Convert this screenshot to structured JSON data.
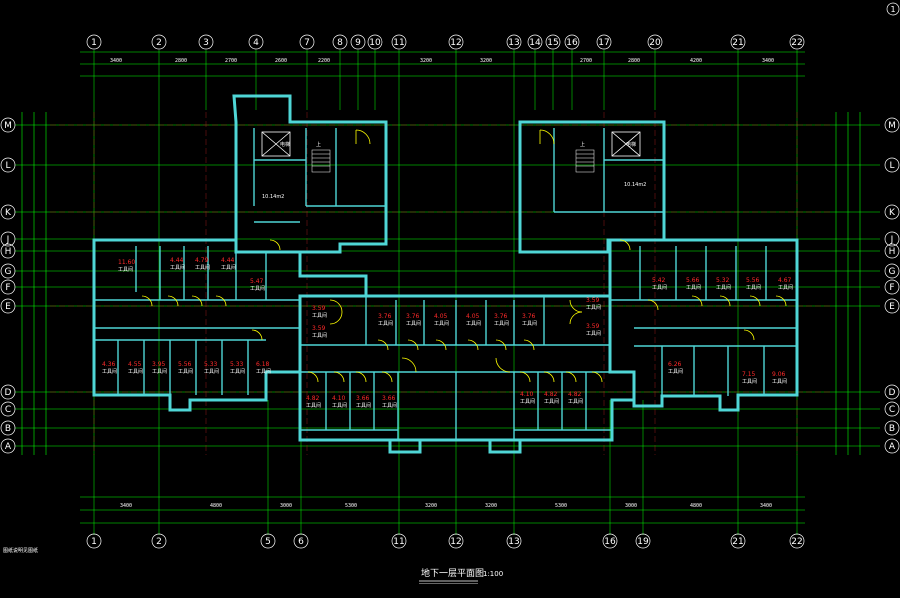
{
  "drawing": {
    "title": "地下一层平面图",
    "scale": "1:100",
    "footnote": "图纸说明见图纸",
    "corner_tag": "1"
  },
  "axes": {
    "top": [
      "1",
      "2",
      "3",
      "4",
      "7",
      "8",
      "9",
      "10",
      "11",
      "12",
      "13",
      "14",
      "15",
      "16",
      "17",
      "20",
      "21",
      "22"
    ],
    "bottom": [
      "1",
      "2",
      "5",
      "6",
      "11",
      "12",
      "13",
      "16",
      "19",
      "21",
      "22"
    ],
    "rows": [
      "M",
      "L",
      "K",
      "J",
      "H",
      "G",
      "F",
      "E",
      "D",
      "C",
      "B",
      "A"
    ]
  },
  "rooms": [
    {
      "area": "11.60",
      "name": "工具间"
    },
    {
      "area": "4.44",
      "name": "工具间"
    },
    {
      "area": "4.79",
      "name": "工具间"
    },
    {
      "area": "4.44",
      "name": "工具间"
    },
    {
      "area": "5.47",
      "name": "工具间"
    },
    {
      "area": "3.59",
      "name": "工具间"
    },
    {
      "area": "3.59",
      "name": "工具间"
    },
    {
      "area": "3.76",
      "name": "工具间"
    },
    {
      "area": "3.76",
      "name": "工具间"
    },
    {
      "area": "4.05",
      "name": "工具间"
    },
    {
      "area": "4.05",
      "name": "工具间"
    },
    {
      "area": "3.76",
      "name": "工具间"
    },
    {
      "area": "3.76",
      "name": "工具间"
    },
    {
      "area": "3.59",
      "name": "工具间"
    },
    {
      "area": "3.59",
      "name": "工具间"
    },
    {
      "area": "5.42",
      "name": "工具间"
    },
    {
      "area": "5.66",
      "name": "工具间"
    },
    {
      "area": "5.32",
      "name": "工具间"
    },
    {
      "area": "5.56",
      "name": "工具间"
    },
    {
      "area": "4.67",
      "name": "工具间"
    },
    {
      "area": "4.36",
      "name": "工具间"
    },
    {
      "area": "4.55",
      "name": "工具间"
    },
    {
      "area": "3.95",
      "name": "工具间"
    },
    {
      "area": "5.56",
      "name": "工具间"
    },
    {
      "area": "5.33",
      "name": "工具间"
    },
    {
      "area": "5.33",
      "name": "工具间"
    },
    {
      "area": "6.18",
      "name": "工具间"
    },
    {
      "area": "4.82",
      "name": "工具间"
    },
    {
      "area": "4.10",
      "name": "工具间"
    },
    {
      "area": "3.66",
      "name": "工具间"
    },
    {
      "area": "3.66",
      "name": "工具间"
    },
    {
      "area": "4.10",
      "name": "工具间"
    },
    {
      "area": "4.82",
      "name": "工具间"
    },
    {
      "area": "4.82",
      "name": "工具间"
    },
    {
      "area": "6.26",
      "name": "工具间"
    },
    {
      "area": "7.15",
      "name": "工具间"
    },
    {
      "area": "9.06",
      "name": "工具间"
    }
  ],
  "labels": {
    "elevator_left": "电梯",
    "elevator_right": "电梯",
    "lift_area_left": "10.14m2",
    "lift_area_right": "10.14m2",
    "stair_label": "上"
  },
  "colors": {
    "background": "#000000",
    "wall": "#4fd6d6",
    "axis": "#00ff00",
    "dim": "#c8c8ff",
    "area": "#ff2a2a",
    "door": "#ffff00"
  }
}
